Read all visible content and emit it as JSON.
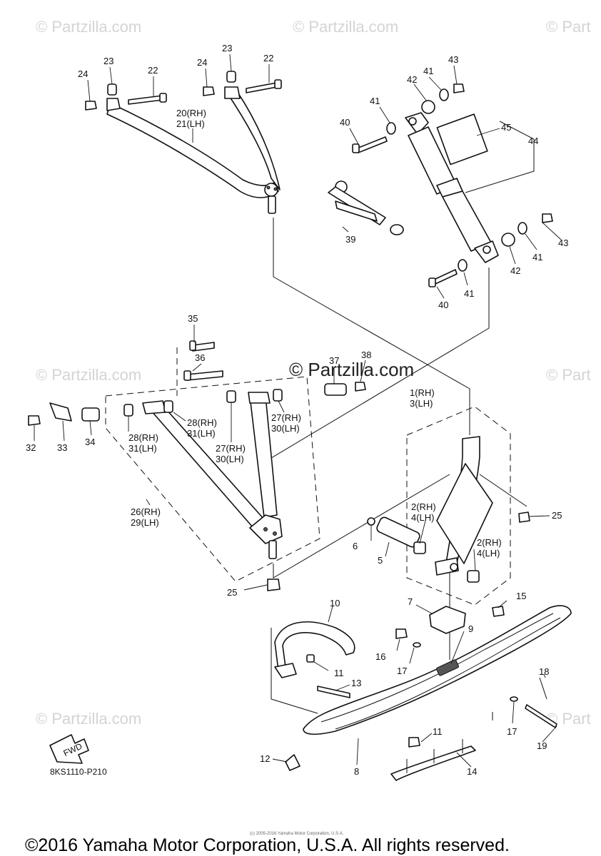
{
  "watermark": "© Partzilla.com",
  "watermark_edge": "© Part",
  "diagram_code": "8KS1110-P210",
  "fwd_label": "FWD",
  "copyright_small": "(c) 2005-2016 Yamaha Motor Corporation, U.S.A.",
  "copyright": "©2016 Yamaha Motor Corporation, U.S.A. All rights reserved.",
  "callouts": {
    "c1": [
      "1(RH)",
      "3(LH)"
    ],
    "c2a": [
      "2(RH)",
      "4(LH)"
    ],
    "c2b": [
      "2(RH)",
      "4(LH)"
    ],
    "c5": "5",
    "c6": "6",
    "c7": "7",
    "c8": "8",
    "c9": "9",
    "c10": "10",
    "c11a": "11",
    "c11b": "11",
    "c12": "12",
    "c13": "13",
    "c14": "14",
    "c15": "15",
    "c16": "16",
    "c17a": "17",
    "c17b": "17",
    "c18": "18",
    "c19": "19",
    "c20": [
      "20(RH)",
      "21(LH)"
    ],
    "c22a": "22",
    "c22b": "22",
    "c23a": "23",
    "c23b": "23",
    "c24a": "24",
    "c24b": "24",
    "c25a": "25",
    "c25b": "25",
    "c26": [
      "26(RH)",
      "29(LH)"
    ],
    "c27a": [
      "27(RH)",
      "30(LH)"
    ],
    "c27b": [
      "27(RH)",
      "30(LH)"
    ],
    "c28a": [
      "28(RH)",
      "31(LH)"
    ],
    "c28b": [
      "28(RH)",
      "31(LH)"
    ],
    "c32": "32",
    "c33": "33",
    "c34": "34",
    "c35": "35",
    "c36": "36",
    "c37": "37",
    "c38": "38",
    "c39": "39",
    "c40a": "40",
    "c40b": "40",
    "c41a": "41",
    "c41b": "41",
    "c41c": "41",
    "c41d": "41",
    "c42a": "42",
    "c42b": "42",
    "c43a": "43",
    "c43b": "43",
    "c44": "44",
    "c45": "45"
  }
}
